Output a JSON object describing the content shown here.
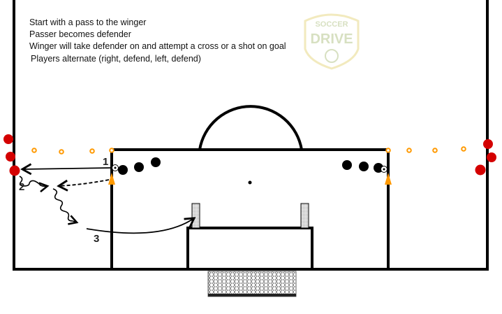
{
  "instructions": [
    "Start with a pass to the winger",
    "Passer becomes defender",
    "Winger will take defender on and attempt a cross or a shot on goal",
    "Players alternate (right, defend, left, defend)"
  ],
  "logo": {
    "line1": "SOCCER",
    "line2": "DRIVE"
  },
  "labels": {
    "step1": "1",
    "step2": "2",
    "step3": "3"
  },
  "colors": {
    "line": "#000000",
    "attacker": "#d40000",
    "cone": "#ff9900",
    "logo": "#c9d6a0"
  }
}
